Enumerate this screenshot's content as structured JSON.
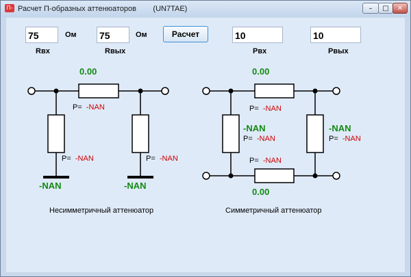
{
  "window": {
    "app_icon": "П-",
    "title": "Расчет П-образных аттенюаторов        (UN7TAE)",
    "min": "–",
    "max": "□",
    "close": "✕"
  },
  "inputs": {
    "rin_value": "75",
    "rin_unit": "Ом",
    "rin_label": "Rвх",
    "rout_value": "75",
    "rout_unit": "Ом",
    "rout_label": "Rвых",
    "calc_button": "Расчет",
    "pin_value": "10",
    "pin_label": "Рвх",
    "pout_value": "10",
    "pout_label": "Рвых"
  },
  "asym": {
    "series_value": "0.00",
    "p_prefix": "P=",
    "series_power": "-NAN",
    "left_power": "-NAN",
    "right_power": "-NAN",
    "left_value": "-NAN",
    "right_value": "-NAN",
    "caption": "Несимметричный аттенюатор"
  },
  "sym": {
    "top_value": "0.00",
    "bottom_value": "0.00",
    "p_prefix": "P=",
    "top_power": "-NAN",
    "bottom_power": "-NAN",
    "left_value": "-NAN",
    "left_power": "-NAN",
    "right_value": "-NAN",
    "right_power": "-NAN",
    "caption": "Симметричный аттенюатор"
  }
}
